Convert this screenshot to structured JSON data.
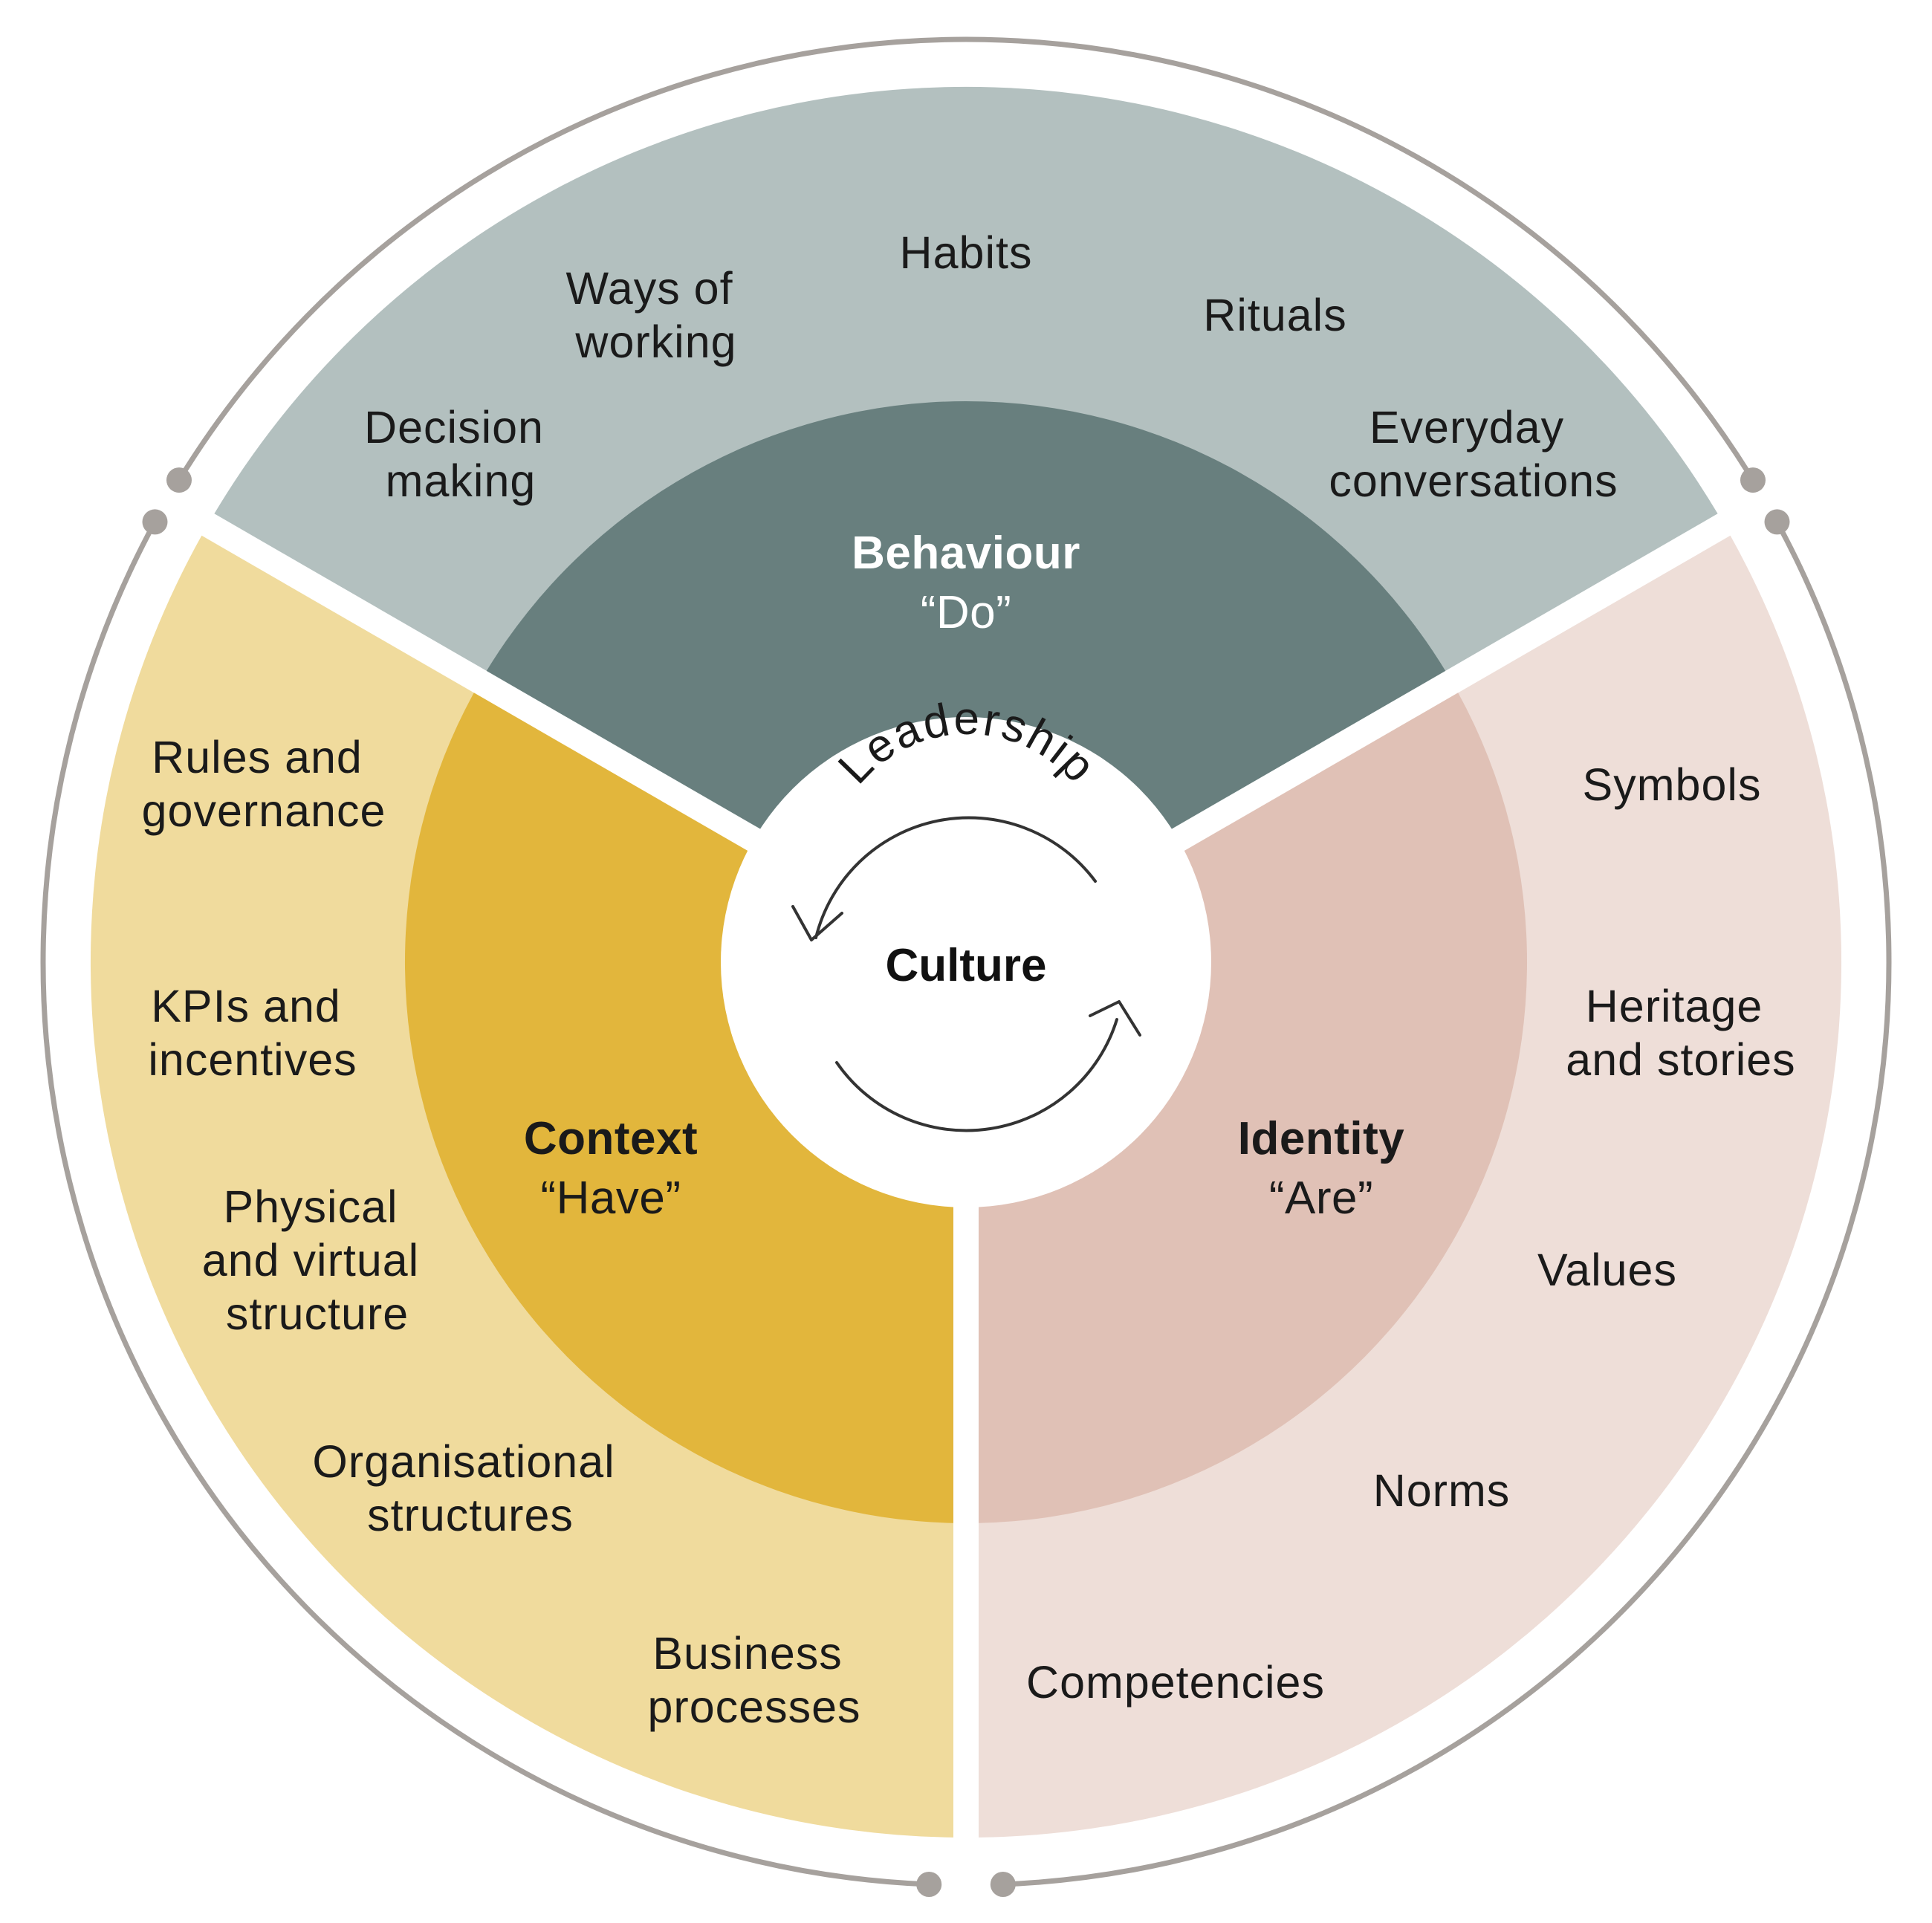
{
  "colors": {
    "behaviour_outer": "#b3c0bf",
    "behaviour_inner": "#687f7e",
    "context_outer": "#f0db9d",
    "context_inner": "#e2b63c",
    "identity_outer": "#eeded8",
    "identity_inner": "#e0c1b6",
    "ring": "#a6a19d",
    "center": "#ffffff"
  },
  "center": {
    "title": "Culture",
    "arc_label": "Leadership"
  },
  "segments": [
    {
      "id": "behaviour",
      "title": "Behaviour",
      "subtitle": "“Do”",
      "items": [
        [
          "Decision",
          "making"
        ],
        [
          "Ways of",
          "working"
        ],
        [
          "Habits"
        ],
        [
          "Rituals"
        ],
        [
          "Everyday",
          "conversations"
        ]
      ]
    },
    {
      "id": "context",
      "title": "Context",
      "subtitle": "“Have”",
      "items": [
        [
          "Rules and",
          "governance"
        ],
        [
          "KPIs and",
          "incentives"
        ],
        [
          "Physical",
          "and virtual",
          "structure"
        ],
        [
          "Organisational",
          "structures"
        ],
        [
          "Business",
          "processes"
        ]
      ]
    },
    {
      "id": "identity",
      "title": "Identity",
      "subtitle": "“Are”",
      "items": [
        [
          "Symbols"
        ],
        [
          "Heritage",
          "and stories"
        ],
        [
          "Values"
        ],
        [
          "Norms"
        ],
        [
          "Competencies"
        ]
      ]
    }
  ]
}
